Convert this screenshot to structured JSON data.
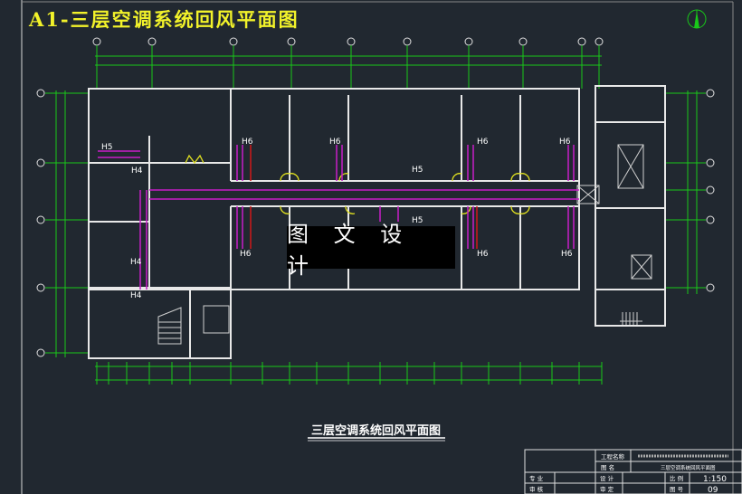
{
  "title": "A1-三层空调系统回风平面图",
  "watermark": "图 文 设 计",
  "drawing_title": "三层空调系统回风平面图",
  "duct_labels": [
    "H5",
    "H4",
    "H6",
    "H6",
    "H5",
    "H6",
    "H6",
    "H5",
    "H4",
    "H4",
    "H6",
    "H6",
    "H6"
  ],
  "title_block": {
    "project_name_label": "工程名称",
    "drawing_name_label": "图 名",
    "drawing_name_value": "三层空调系统回风平面图",
    "specialty_label": "专 业",
    "design_label": "设 计",
    "scale_label": "比 例",
    "scale_value": "1:150",
    "review_label": "审 核",
    "approve_label": "审 定",
    "drawing_no_label": "图 号",
    "drawing_no_value": "09"
  },
  "colors": {
    "background": "#212830",
    "walls": "#e8e8e8",
    "dimensions": "#19c819",
    "ducts": "#c81ec8",
    "doors": "#e0e020",
    "title": "#f2f22a"
  }
}
